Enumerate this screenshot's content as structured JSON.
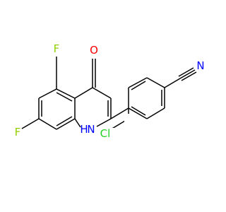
{
  "molecule": {
    "atoms": {
      "f_top": "F",
      "f_bottom": "F",
      "oxygen": "O",
      "nitrogen_h": "H",
      "nitrogen": "N",
      "chlorine": "Cl",
      "nitrile_n": "N"
    }
  },
  "colors": {
    "bond": "#000000",
    "fluorine": "#90d000",
    "oxygen": "#ff0000",
    "nitrogen": "#0000ff",
    "chlorine": "#1fd01f"
  }
}
